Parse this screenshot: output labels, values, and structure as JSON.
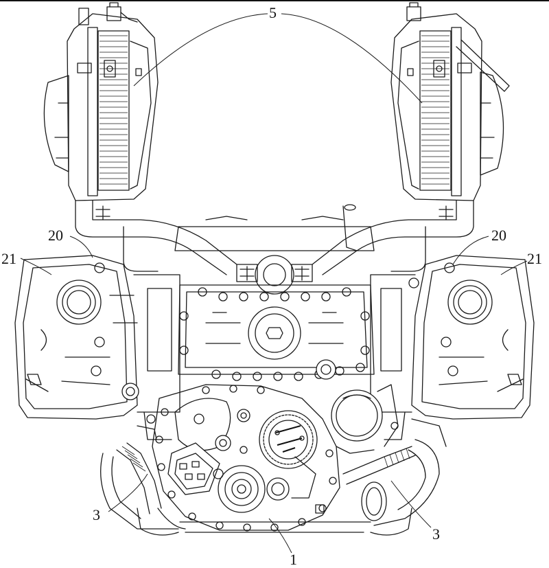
{
  "labels": {
    "ref_5": "5",
    "ref_20_left": "20",
    "ref_20_right": "20",
    "ref_21_left": "21",
    "ref_21_right": "21",
    "ref_3_left": "3",
    "ref_3_right": "3",
    "ref_1": "1"
  },
  "colors": {
    "ink": "#1a1a1a",
    "paper": "#ffffff"
  }
}
